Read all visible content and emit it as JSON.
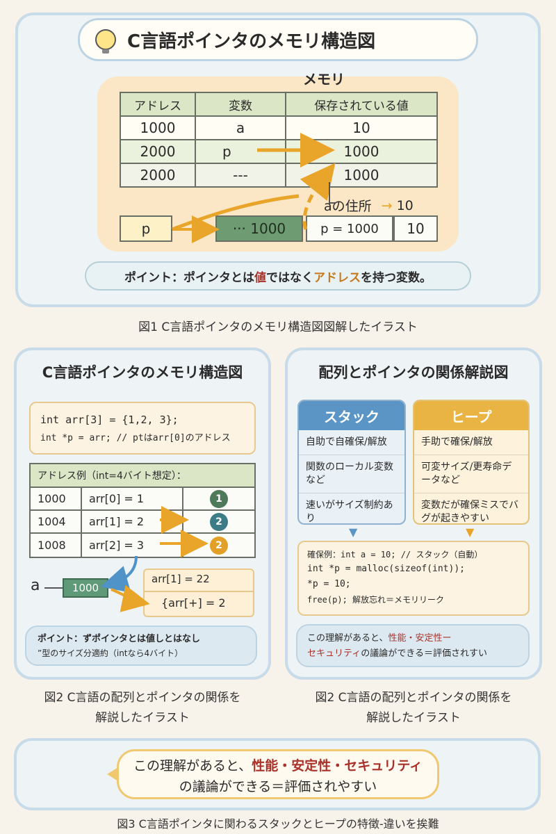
{
  "figure1": {
    "title": "C言語ポインタのメモリ構造図",
    "memory_label": "メモリ",
    "table": {
      "headers": [
        "アドレス",
        "変数",
        "保存されている値"
      ],
      "rows": [
        [
          "1000",
          "a",
          "10"
        ],
        [
          "2000",
          "p",
          "1000"
        ],
        [
          "2000",
          "---",
          "1000"
        ]
      ]
    },
    "addr_note": "aの住所",
    "addr_note_value": "10",
    "p_box": "p",
    "green_box": "··· 1000",
    "p_eq": "p = 1000",
    "val_box": "10",
    "point_prefix": "ポイント：ポインタとは",
    "point_val": "値",
    "point_mid": "ではなく",
    "point_addr": "アドレス",
    "point_suffix": "を持つ変数。",
    "caption": "図1 C言語ポインタのメモリ構造図図解したイラスト"
  },
  "figure2": {
    "title": "C言語ポインタのメモリ構造図",
    "code_line1": "int arr[3] = {1,2, 3};",
    "code_line2": "int *p = arr; // ptはarr[0]のアドレス",
    "table_header": "アドレス例（int=4バイト想定）：",
    "rows": [
      {
        "addr": "1000",
        "expr": "arr[0] = 1",
        "badge": "1",
        "color": "#4e7a5a"
      },
      {
        "addr": "1004",
        "expr": "arr[1] = 2",
        "badge": "2",
        "color": "#3c7c86"
      },
      {
        "addr": "1008",
        "expr": "arr[2] = 3",
        "badge": "2",
        "color": "#e2a028"
      }
    ],
    "a_label": "a",
    "a_box": "1000",
    "out1": "arr[1] = 22",
    "out2": "{arr[+] = 2",
    "point_line1": "ポイント：ずポインタとは値しとはなし",
    "point_line2": "”型のサイズ分適約（intなら4バイト）",
    "caption_line1": "図2 C言語の配列とポインタの関係を",
    "caption_line2": "解説したイラスト"
  },
  "figure2b": {
    "title": "配列とポインタの関係解説図",
    "stack": {
      "head": "スタック",
      "color": "#5b95c6",
      "items": [
        "自助で自確保/解放",
        "関数のローカル変数など",
        "速いがサイズ制約あり"
      ]
    },
    "heap": {
      "head": "ヒープ",
      "color": "#e9b443",
      "items": [
        "手助で確保/解放",
        "可変サイズ/更寿命データなど",
        "変数だが確保ミスでバグが起きやすい"
      ]
    },
    "code": [
      "確保例：int a = 10;   // スタック（自動）",
      "int *p = malloc(sizeof(int));",
      "*p = 10;",
      "free(p);   解放忘れ＝メモリリーク"
    ],
    "note_pre": "この理解があると、",
    "note_hl": "性能・安定性ー",
    "note_hl2": "セキュリティ",
    "note_post": "の議論ができる＝評価されすい",
    "caption_line1": "図2 C言語の配列とポインタの関係を",
    "caption_line2": "解説したイラスト"
  },
  "figure3": {
    "line1_pre": "この理解があると、",
    "line1_hl": "性能・安定性・セキュリティ",
    "line2": "の議論ができる＝評価されやすい",
    "caption": "図3 C言語ポインタに関わるスタックとヒープの特徴-違いを挨難"
  },
  "colors": {
    "arrow_orange": "#e9a52a",
    "panel_border": "#c8dbe9",
    "memory_bg": "#fbe6c6",
    "green_box": "#6e9b72"
  }
}
